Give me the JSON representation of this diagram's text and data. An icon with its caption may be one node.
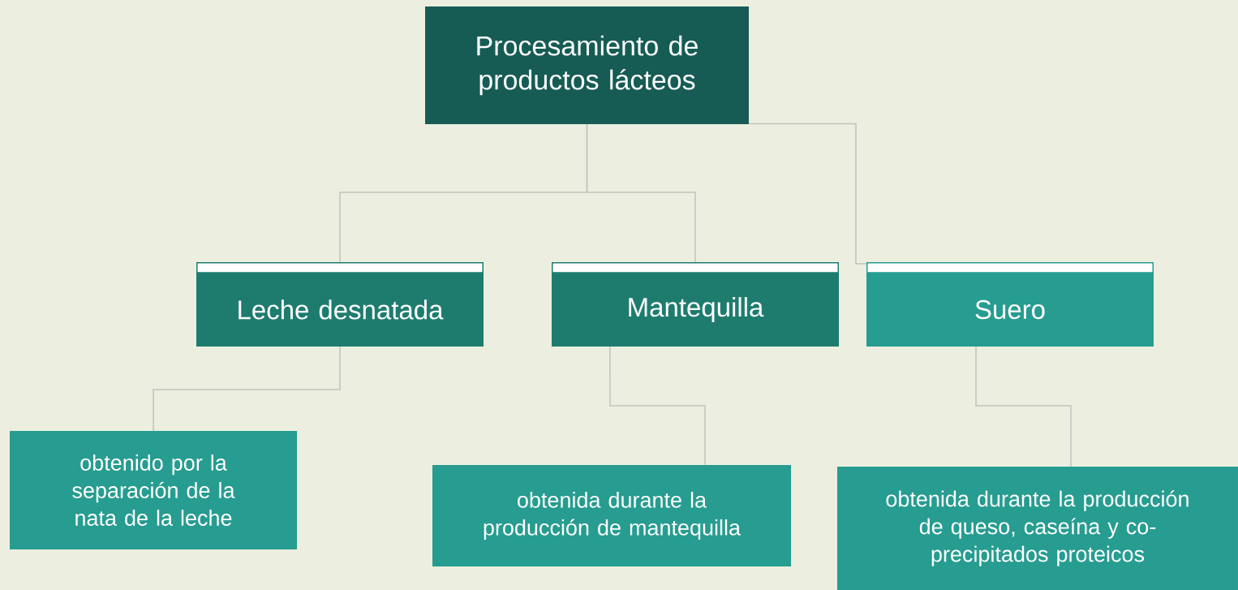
{
  "diagram": {
    "nodes": [
      {
        "text": [
          "Procesamiento de productos lácteos"
        ]
      },
      {
        "text": [
          "Leche desnatada"
        ]
      },
      {
        "text": [
          "Mantequilla"
        ]
      },
      {
        "text": [
          "Suero"
        ]
      },
      {
        "text": [
          "obtenido por la separación de la nata de la leche"
        ]
      },
      {
        "text": [
          "obtenida durante la producción de mantequilla"
        ]
      },
      {
        "text": [
          "obtenida durante la producción de queso, caseína y co-precipitados proteicos"
        ]
      }
    ],
    "edges": [
      {
        "from": 0,
        "to": 1,
        "arrow": "none"
      },
      {
        "from": 0,
        "to": 2,
        "arrow": "none"
      },
      {
        "from": 0,
        "to": 3,
        "arrow": "none"
      },
      {
        "from": 1,
        "to": 4,
        "arrow": "none"
      },
      {
        "from": 2,
        "to": 5,
        "arrow": "none"
      },
      {
        "from": 3,
        "to": 6,
        "arrow": "none"
      }
    ]
  }
}
